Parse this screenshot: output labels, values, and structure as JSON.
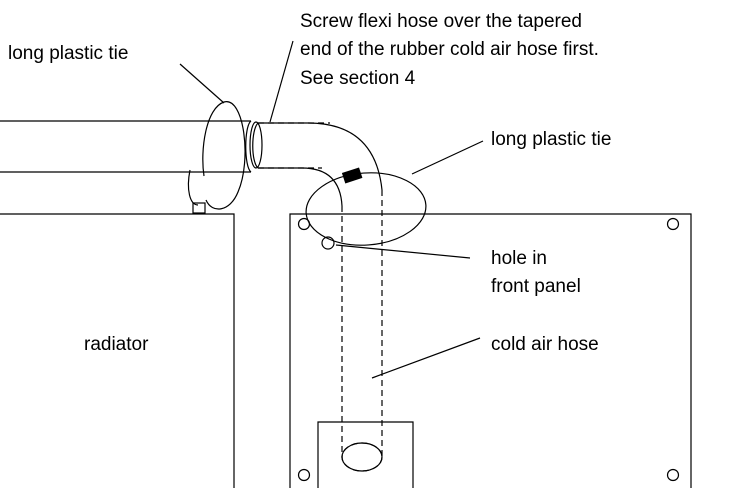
{
  "labels": {
    "tie_top_left": "long plastic tie",
    "screw_line1": "Screw flexi hose over the tapered",
    "screw_line2": "end of the rubber cold air hose first.",
    "screw_line3": "See section 4",
    "tie_right": "long plastic tie",
    "hole_line1": "hole in",
    "hole_line2": "front panel",
    "radiator": "radiator",
    "cold_air_hose": "cold air hose"
  },
  "colors": {
    "line": "#000000",
    "background": "#ffffff"
  }
}
